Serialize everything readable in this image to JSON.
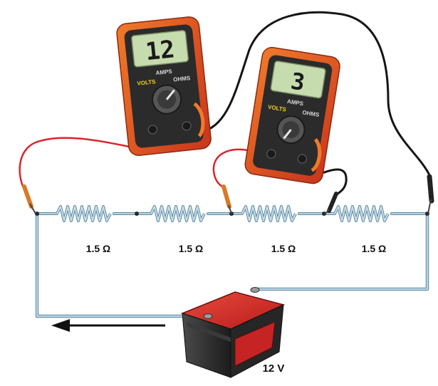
{
  "colors": {
    "circuit_wire": "#a9c7d8",
    "circuit_wire_edge": "#5f8aa3",
    "probe_red": "#d8262b",
    "probe_black": "#151515",
    "meter_body": "#e05a24",
    "meter_face": "#2b2b2b",
    "lcd": "#c7dcae",
    "battery_top": "#d02828",
    "battery_body": "#2e2e2e"
  },
  "resistors": [
    {
      "label": "1.5 Ω"
    },
    {
      "label": "1.5 Ω"
    },
    {
      "label": "1.5 Ω"
    },
    {
      "label": "1.5 Ω"
    }
  ],
  "meters": [
    {
      "reading": "12",
      "amps_label": "AMPS",
      "volts_label": "VOLTS",
      "ohms_label": "OHMS"
    },
    {
      "reading": "3",
      "amps_label": "AMPS",
      "volts_label": "VOLTS",
      "ohms_label": "OHMS"
    }
  ],
  "battery": {
    "label": "12 V"
  },
  "icons": {
    "current_direction": "arrow-left-icon",
    "battery": "battery-icon",
    "resistor": "resistor-icon",
    "multimeter": "multimeter-icon"
  }
}
